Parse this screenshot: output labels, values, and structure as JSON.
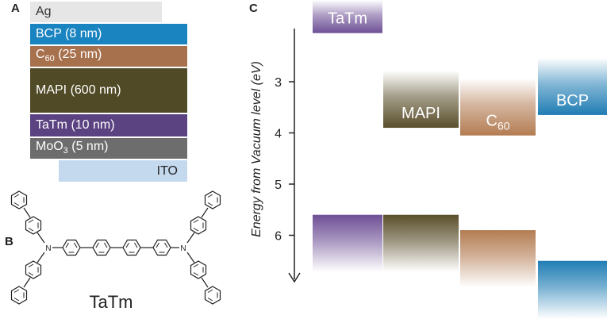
{
  "panels": {
    "a": "A",
    "b": "B",
    "c": "C"
  },
  "stack": {
    "ag": "Ag",
    "bcp": "BCP (8 nm)",
    "c60_main": "C",
    "c60_sub": "60",
    "c60_rest": " (25 nm)",
    "mapi": "MAPI (600 nm)",
    "tatm": "TaTm (10 nm)",
    "moo3_main": "MoO",
    "moo3_sub": "3",
    "moo3_rest": " (5 nm)",
    "ito": "ITO"
  },
  "molecule": {
    "name": "TaTm",
    "atom_label": "N"
  },
  "energy": {
    "axis_label": "Energy from Vacuum level (eV)",
    "ticks": [
      "3",
      "4",
      "5",
      "6"
    ],
    "tick_values": [
      3,
      4,
      5,
      6
    ],
    "materials": [
      {
        "label": "TaTm",
        "sub": "",
        "lumo": 2.05,
        "homo": 5.6,
        "color": "#6e5096"
      },
      {
        "label": "MAPI",
        "sub": "",
        "lumo": 3.9,
        "homo": 5.6,
        "color": "#5a4e2a"
      },
      {
        "label": "C",
        "sub": "60",
        "lumo": 4.05,
        "homo": 5.9,
        "color": "#b37c52"
      },
      {
        "label": "BCP",
        "sub": "",
        "lumo": 3.65,
        "homo": 6.5,
        "color": "#1f7db4"
      }
    ]
  },
  "colors": {
    "ag": "#e6e6e6",
    "bcp": "#1a84c0",
    "c60": "#a7714e",
    "mapi": "#514a26",
    "tatm": "#5b4382",
    "moo3": "#6d6d6d",
    "ito": "#c5d9ee"
  }
}
